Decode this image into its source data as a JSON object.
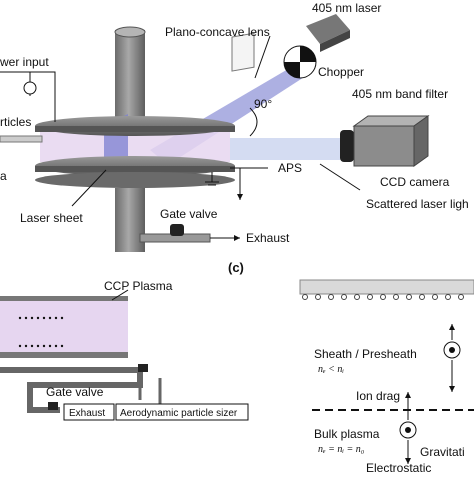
{
  "top": {
    "laser": "405 nm laser",
    "lens": "Plano-concave lens",
    "power_input": "wer input",
    "chopper": "Chopper",
    "filter": "405 nm band filter",
    "particles": "rticles",
    "plasma": "a",
    "angle": "90°",
    "aps": "APS",
    "camera": "CCD camera",
    "scattered": "Scattered laser ligh",
    "laser_sheet": "Laser sheet",
    "gate_valve": "Gate valve",
    "exhaust": "Exhaust"
  },
  "panel_c_label": "(c)",
  "bottom_left": {
    "ccp": "CCP Plasma",
    "gate_valve": "Gate valve",
    "exhaust": "Exhaust",
    "sizer": "Aerodynamic particle sizer"
  },
  "bottom_right": {
    "sheath": "Sheath / Presheath",
    "sheath_eq": "nₑ < nᵢ",
    "ion_drag": "Ion drag",
    "bulk": "Bulk plasma",
    "bulk_eq": "nₑ = nᵢ = n₀",
    "gravity": "Gravitati",
    "electro": "Electrostatic"
  },
  "colors": {
    "laser_beam": "#8a8fd6",
    "plasma": "#e6d6f0",
    "steel": "#7f7f7f",
    "dark_steel": "#555555"
  }
}
